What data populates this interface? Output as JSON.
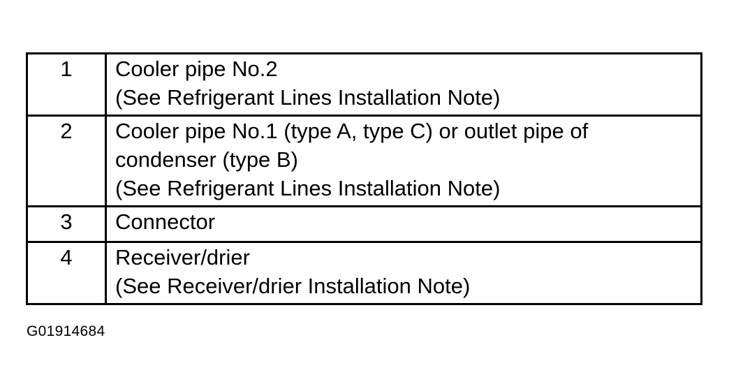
{
  "table": {
    "rows": [
      {
        "number": "1",
        "lines": [
          "Cooler pipe No.2",
          "(See Refrigerant Lines Installation Note)"
        ]
      },
      {
        "number": "2",
        "lines": [
          "Cooler pipe No.1 (type A, type C) or outlet pipe of",
          "condenser (type B)",
          "(See Refrigerant Lines Installation Note)"
        ]
      },
      {
        "number": "3",
        "lines": [
          "Connector"
        ]
      },
      {
        "number": "4",
        "lines": [
          "Receiver/drier",
          "(See Receiver/drier Installation Note)"
        ]
      }
    ]
  },
  "figure_code": "G01914684"
}
